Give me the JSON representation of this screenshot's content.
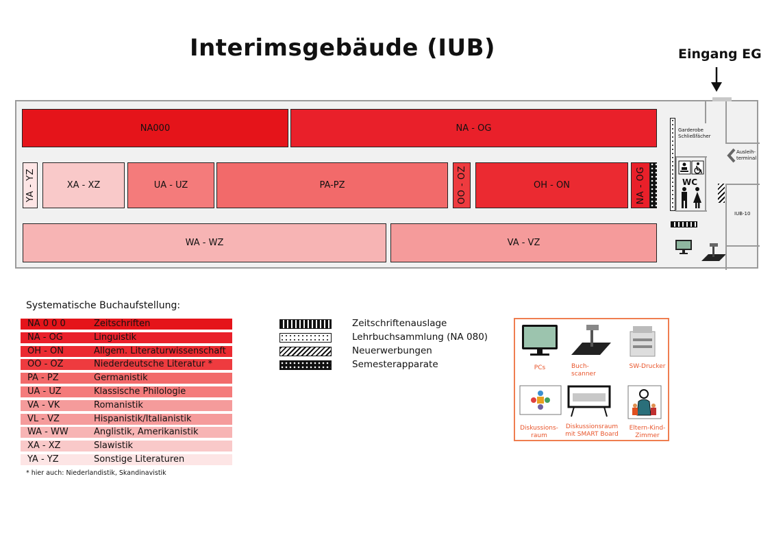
{
  "title": "Interimsgebäude (IUB)",
  "entrance": {
    "label": "Eingang EG"
  },
  "plan": {
    "shelves": [
      {
        "id": "na000",
        "label": "NA000",
        "color": "#e5141a"
      },
      {
        "id": "na-og-top",
        "label": "NA - OG",
        "color": "#e9202a"
      },
      {
        "id": "ya-yz",
        "label": "YA - YZ",
        "color": "#fde5e5"
      },
      {
        "id": "xa-xz",
        "label": "XA - XZ",
        "color": "#f9c9c9"
      },
      {
        "id": "ua-uz",
        "label": "UA - UZ",
        "color": "#f47b7b"
      },
      {
        "id": "pa-pz",
        "label": "PA-PZ",
        "color": "#f26a6a"
      },
      {
        "id": "oo-oz",
        "label": "OO - OZ",
        "color": "#ee3b3f"
      },
      {
        "id": "oh-on",
        "label": "OH - ON",
        "color": "#eb2a31"
      },
      {
        "id": "na-og-side",
        "label": "NA - OG",
        "color": "#e9202a"
      },
      {
        "id": "wa-wz",
        "label": "WA - WZ",
        "color": "#f7b4b4"
      },
      {
        "id": "va-vz",
        "label": "VA - VZ",
        "color": "#f59b9b"
      }
    ],
    "rooms": {
      "garderobe": "Garderobe Schließfächer",
      "wc": "WC",
      "ausleih": "Ausleih-terminal",
      "iub10": "IUB-10"
    }
  },
  "legend": {
    "title": "Systematische Buchaufstellung:",
    "rows": [
      {
        "code": "NA 0 0 0",
        "desc": "Zeitschriften",
        "color": "#e5141a"
      },
      {
        "code": "NA   - OG",
        "desc": "Linguistik",
        "color": "#e9202a"
      },
      {
        "code": "OH   - ON",
        "desc": "Allgem. Literaturwissenschaft",
        "color": "#eb2a31"
      },
      {
        "code": "OO   - OZ",
        "desc": "Niederdeutsche Literatur *",
        "color": "#ee3b3f"
      },
      {
        "code": "PA   - PZ",
        "desc": "Germanistik",
        "color": "#f26a6a"
      },
      {
        "code": "UA   - UZ",
        "desc": "Klassische Philologie",
        "color": "#f47b7b"
      },
      {
        "code": "VA   - VK",
        "desc": "Romanistik",
        "color": "#f59b9b"
      },
      {
        "code": "VL   - VZ",
        "desc": "Hispanistik/Italianistik",
        "color": "#f59b9b"
      },
      {
        "code": "WA   - WW",
        "desc": "Anglistik, Amerikanistik",
        "color": "#f7b4b4"
      },
      {
        "code": "XA   - XZ",
        "desc": "Slawistik",
        "color": "#f9c9c9"
      },
      {
        "code": "YA   - YZ",
        "desc": "Sonstige Literaturen",
        "color": "#fde5e5"
      }
    ],
    "note": "* hier auch: Niederlandistik, Skandinavistik"
  },
  "patterns": [
    {
      "id": "bars",
      "label": "Zeitschriftenauslage"
    },
    {
      "id": "lightdots",
      "label": "Lehrbuchsammlung (NA 080)"
    },
    {
      "id": "hatch",
      "label": "Neuerwerbungen"
    },
    {
      "id": "dots",
      "label": "Semesterapparate"
    }
  ],
  "facilities": [
    {
      "id": "pcs",
      "label": "PCs"
    },
    {
      "id": "scanner",
      "label": "Buch-\nscanner"
    },
    {
      "id": "drucker",
      "label": "SW-Drucker"
    },
    {
      "id": "diskussion",
      "label": "Diskussions-\nraum"
    },
    {
      "id": "smart",
      "label": "Diskussionsraum\nmit SMART Board"
    },
    {
      "id": "eltern",
      "label": "Eltern-Kind-\nZimmer"
    }
  ],
  "colors": {
    "facility_accent": "#e8542a",
    "facility_border": "#ef7d4f",
    "wall": "#9a9a9a"
  }
}
